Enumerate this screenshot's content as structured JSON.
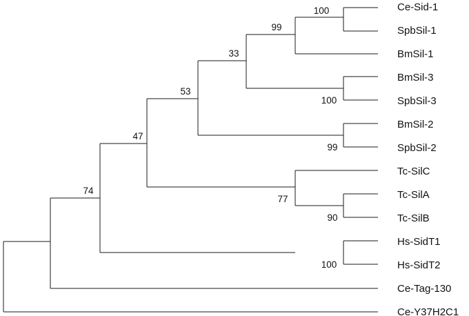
{
  "tree": {
    "taxa": [
      "Ce-Sid-1",
      "SpbSil-1",
      "BmSil-1",
      "BmSil-3",
      "SpbSil-3",
      "BmSil-2",
      "SpbSil-2",
      "Tc-SilC",
      "Tc-SilA",
      "Tc-SilB",
      "Hs-SidT1",
      "Hs-SidT2",
      "Ce-Tag-130",
      "Ce-Y37H2C1"
    ],
    "bootstrap_values": {
      "ce_sid1_spbsil1": "100",
      "sil1_clade": "99",
      "sil1_sil3": "33",
      "sil_clades": "53",
      "sil_tc": "47",
      "ingroup": "74",
      "sil3_clade": "100",
      "sil2_clade": "99",
      "tc_clade": "77",
      "tc_sila_silb": "90",
      "sidt_clade": "100"
    }
  }
}
